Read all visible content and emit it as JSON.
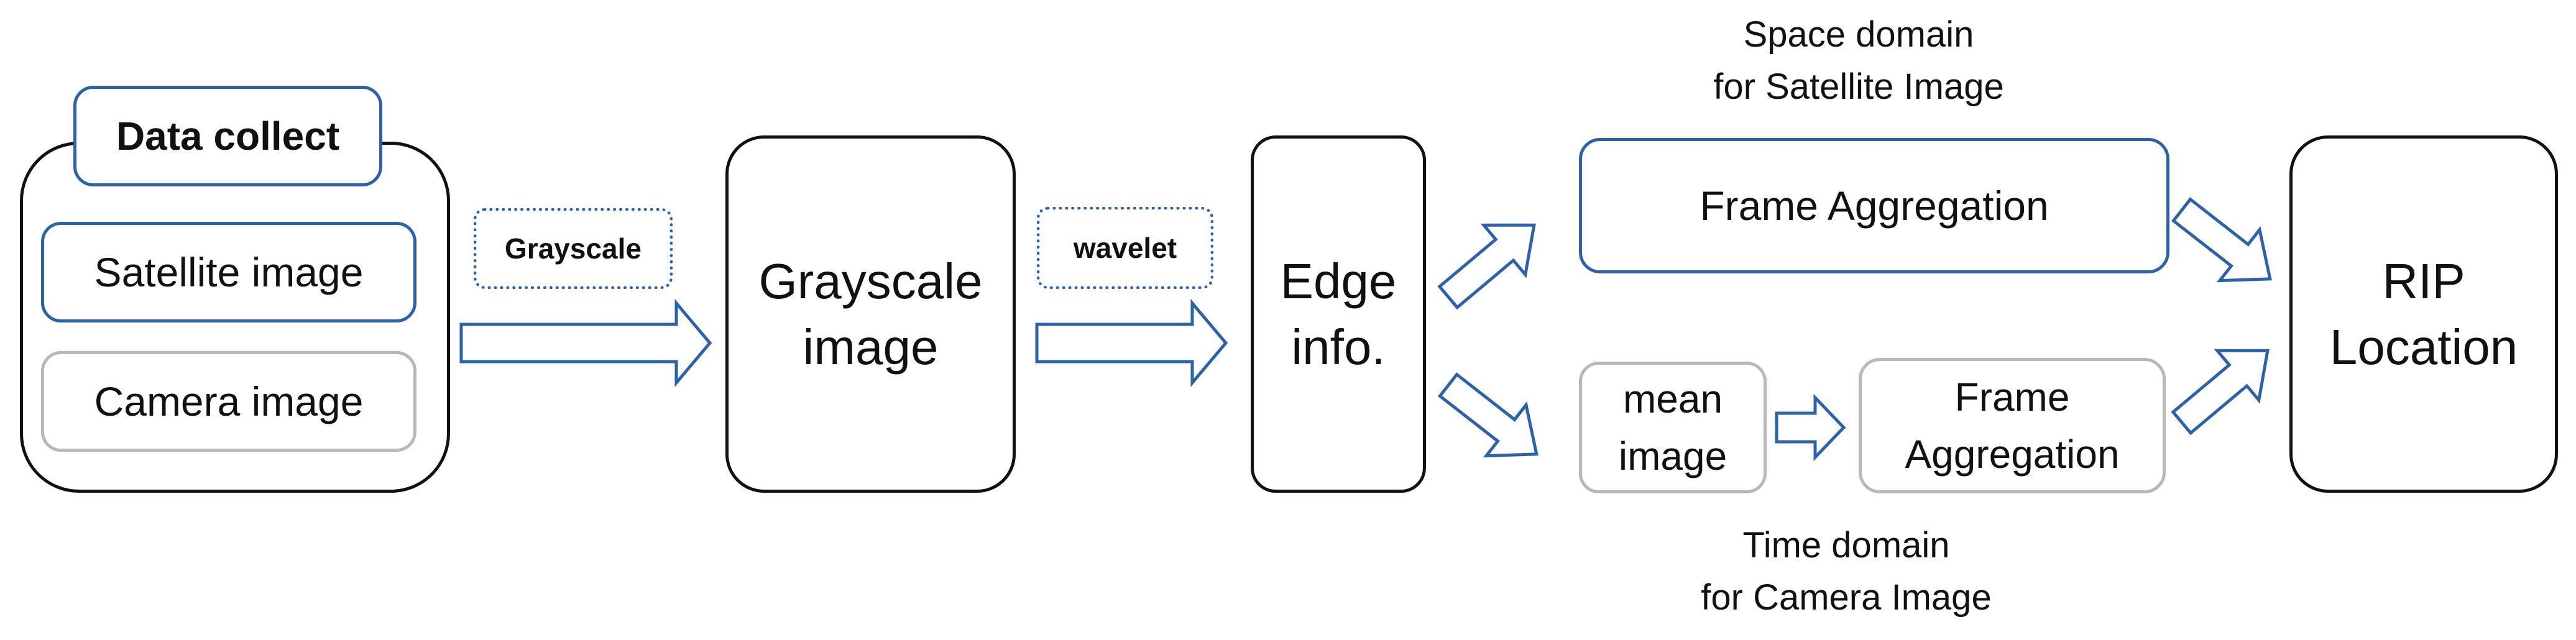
{
  "data_collect": {
    "title": "Data collect",
    "satellite": "Satellite image",
    "camera": "Camera image"
  },
  "steps": {
    "grayscale_label": "Grayscale",
    "grayscale_image": [
      "Grayscale",
      "image"
    ],
    "wavelet_label": "wavelet",
    "edge_info": [
      "Edge",
      "info."
    ]
  },
  "space_domain": {
    "caption": [
      "Space domain",
      "for Satellite Image"
    ],
    "frame_aggregation": "Frame Aggregation"
  },
  "time_domain": {
    "caption": [
      "Time domain",
      "for Camera Image"
    ],
    "mean_image": [
      "mean",
      "image"
    ],
    "frame_aggregation": [
      "Frame",
      "Aggregation"
    ]
  },
  "output": [
    "RIP",
    "Location"
  ],
  "colors": {
    "accent": "#2e62a8",
    "border": "#111111",
    "muted_border": "#b8b8b8"
  }
}
